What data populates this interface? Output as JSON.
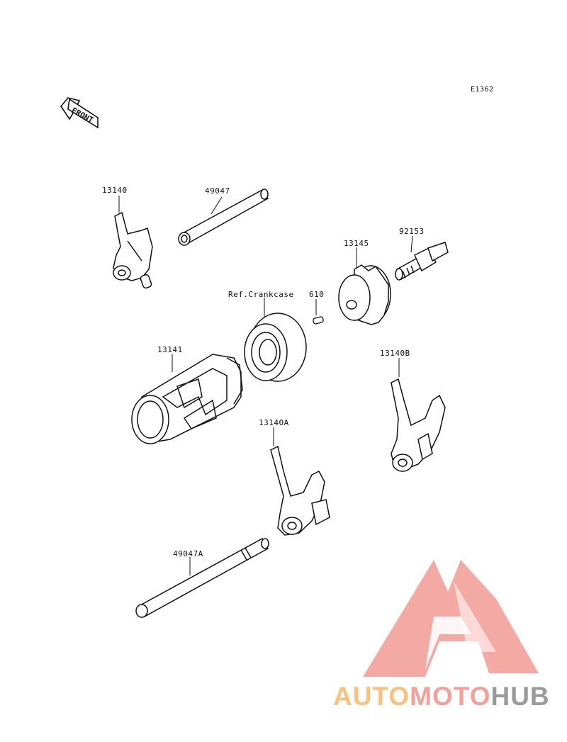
{
  "diagram_code": "E1362",
  "front_label": "FRONT",
  "parts": [
    {
      "id": "13140"
    },
    {
      "id": "49047"
    },
    {
      "id": "92153"
    },
    {
      "id": "13145"
    },
    {
      "id": "Ref.Crankcase"
    },
    {
      "id": "610"
    },
    {
      "id": "13141"
    },
    {
      "id": "13140B"
    },
    {
      "id": "13140A"
    },
    {
      "id": "49047A"
    }
  ],
  "watermark": {
    "part1": "AUTO",
    "part2": "MOTO",
    "part3": "HUB",
    "colors": {
      "auto": "#f9c07e",
      "moto": "#f3a09a",
      "hub": "#9a9a9a",
      "logo": "#f4a6a0"
    }
  }
}
